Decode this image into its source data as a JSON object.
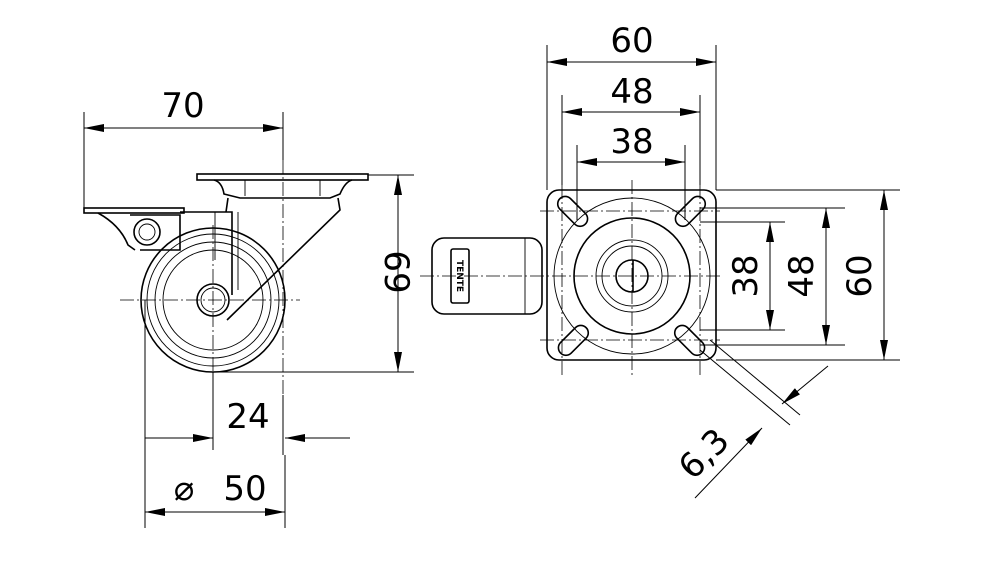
{
  "drawing": {
    "logo_text": "TENTE",
    "side_view": {
      "overall_length": "70",
      "height": "69",
      "offset": "24",
      "diameter_symbol": "⌀",
      "wheel_diameter": "50"
    },
    "top_view": {
      "plate_width": "60",
      "hole_spacing_outer": "48",
      "hole_spacing_inner": "38",
      "hole_spacing_vertical_inner": "38",
      "hole_spacing_vertical_outer": "48",
      "plate_height": "60",
      "bolt_hole": "6,3"
    }
  }
}
